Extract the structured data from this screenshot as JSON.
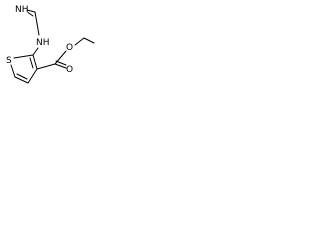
{
  "molecule": {
    "atoms": {
      "imine_nh": "NH",
      "amine_nh": "NH",
      "sulfur": "S",
      "carbonyl_o": "O",
      "ester_o": "O"
    }
  },
  "colors": {
    "ink": "#000000",
    "background": "#ffffff"
  }
}
